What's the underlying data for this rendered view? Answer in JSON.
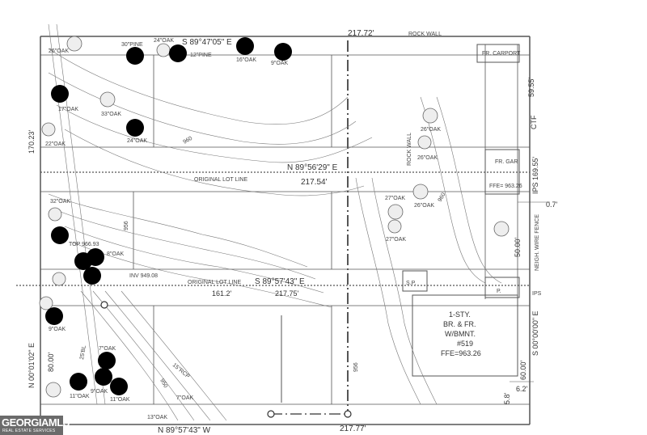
{
  "plat": {
    "header_bearing": "S 89°47'05\" E",
    "header_distance": "217.72'",
    "rock_wall_top": "ROCK WALL",
    "rock_wall_side": "ROCK WALL",
    "fr_carport": "FR. CARPORT",
    "dist_59_55": "59.55'",
    "ctf": "CTF",
    "ips_169_55": "IPS 169.55'",
    "fr_gar": "FR. GAR",
    "ffe_gar": "FFE= 963.26",
    "dist_0_7": "0.7'",
    "neigh_fence": "NEIGH. WIRE FENCE",
    "dist_50_00": "50.00'",
    "line1_bearing": "N 89°56'29\" E",
    "line1_distance": "217.54'",
    "original_lot_line_1": "ORIGINAL LOT LINE",
    "top_elev": "TOP 966.93",
    "inv_elev": "INV 949.08",
    "original_lot_line_2": "ORIGINAL LOT LINE",
    "line2_bearing": "S 89°57'43\" E",
    "dist_161_2": "161.2'",
    "dist_217_75": "217.75'",
    "sp": "S.P.",
    "p": "P.",
    "ips_right": "IPS",
    "house_line1": "1-STY.",
    "house_line2": "BR. & FR.",
    "house_line3": "W/BMNT.",
    "house_line4": "#519",
    "house_line5": "FFE=963.26",
    "left_distance": "170.23'",
    "left_bearing": "N 00°01'02\" E",
    "left_distance2": "80.00'",
    "right_bearing": "S 00°00'00\" E",
    "right_distance": "60.00'",
    "bottom_bearing": "N 89°57'43\" W",
    "bottom_distance": "217.77'",
    "pipe_label": "15\"RCP",
    "dist_25": "25'BL",
    "contours": [
      "960",
      "950",
      "956",
      "960",
      "956"
    ],
    "dist_6_2": "6.2'",
    "dist_5_8": "5.8'",
    "trees": [
      "24\"OAK",
      "16\"OAK",
      "9\"OAK",
      "30\"PINE",
      "12\"PINE",
      "26\"OAK",
      "17\"OAK",
      "33\"OAK",
      "24\"OAK",
      "26\"OAK",
      "26\"OAK",
      "22\"OAK",
      "32\"OAK",
      "27\"OAK",
      "26\"OAK",
      "27\"OAK",
      "8\"OAK",
      "9\"OAK",
      "7\"OAK",
      "11\"OAK",
      "9\"OAK",
      "11\"OAK",
      "7\"OAK",
      "13\"OAK"
    ]
  },
  "watermark": {
    "main": "GEORGIAMLS",
    "sub": "REAL ESTATE SERVICES"
  },
  "colors": {
    "line": "#555555",
    "dot": "#000000",
    "paper": "#ffffff"
  }
}
